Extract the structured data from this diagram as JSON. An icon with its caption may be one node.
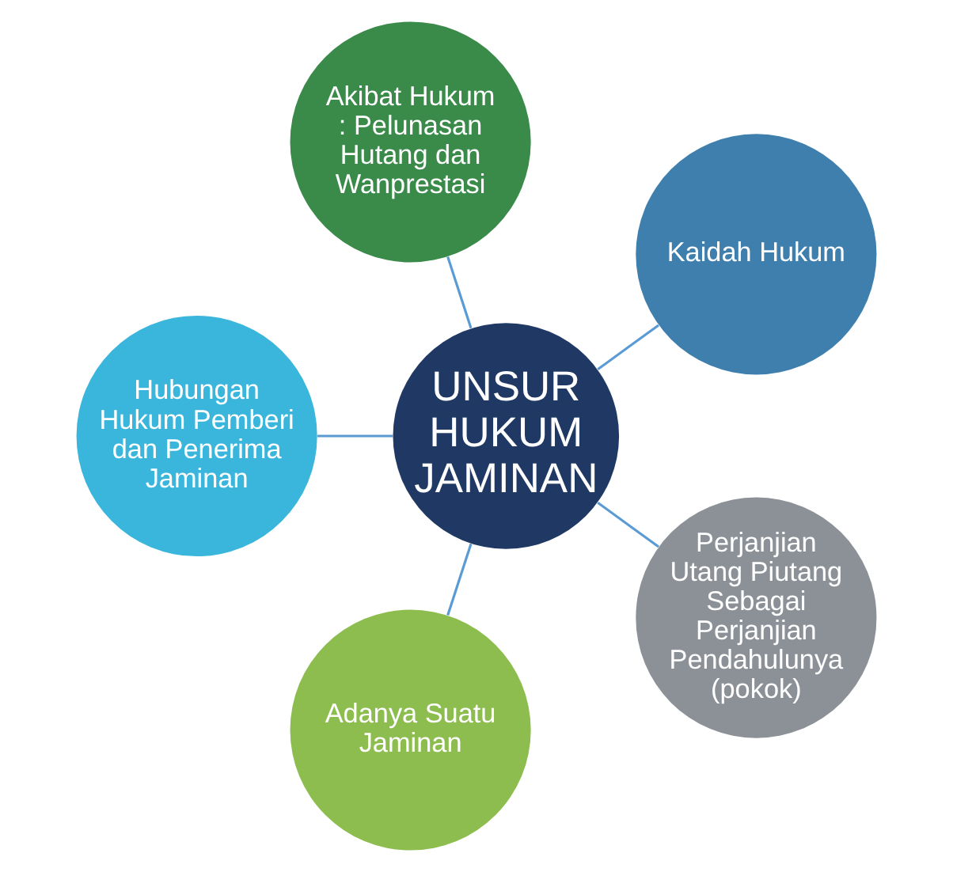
{
  "diagram": {
    "nodes": [
      {
        "text": [
          "Kaidah Hukum"
        ]
      },
      {
        "text": [
          "Akibat Hukum : Pelunasan Hutang dan Wanprestasi"
        ]
      },
      {
        "text": [
          "Hubungan Hukum Pemberi dan Penerima Jaminan"
        ]
      },
      {
        "text": [
          "UNSUR HUKUM JAMINAN"
        ]
      },
      {
        "text": [
          "Adanya Suatu Jaminan"
        ]
      },
      {
        "text": [
          "Perjanjian Utang Piutang Sebagai Perjanjian Pendahulunya (pokok)"
        ]
      }
    ],
    "edges": [
      {
        "from": 3,
        "to": 0,
        "arrow": "none"
      },
      {
        "from": 3,
        "to": 2,
        "arrow": "none"
      },
      {
        "from": 3,
        "to": 5,
        "arrow": "none"
      },
      {
        "from": 3,
        "to": 4,
        "arrow": "none"
      },
      {
        "from": 3,
        "to": 1,
        "arrow": "none"
      }
    ]
  }
}
